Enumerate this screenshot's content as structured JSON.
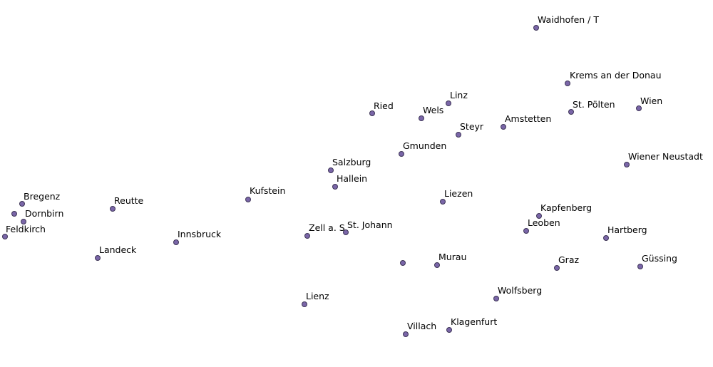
{
  "map": {
    "point_color": "#7a66a8",
    "places": [
      {
        "name": "Waidhofen / T"
      },
      {
        "name": "Krems an der Donau"
      },
      {
        "name": "Linz"
      },
      {
        "name": "Ried"
      },
      {
        "name": "Wels"
      },
      {
        "name": "St. Pölten"
      },
      {
        "name": "Wien"
      },
      {
        "name": "Steyr"
      },
      {
        "name": "Amstetten"
      },
      {
        "name": "Gmunden"
      },
      {
        "name": "Wiener Neustadt"
      },
      {
        "name": "Salzburg"
      },
      {
        "name": "Hallein"
      },
      {
        "name": "Liezen"
      },
      {
        "name": "Kufstein"
      },
      {
        "name": "Reutte"
      },
      {
        "name": "Bregenz"
      },
      {
        "name": "Dornbirn"
      },
      {
        "name": "Feldkirch"
      },
      {
        "name": "Kapfenberg"
      },
      {
        "name": "Leoben"
      },
      {
        "name": "Hartberg"
      },
      {
        "name": "Innsbruck"
      },
      {
        "name": "Zell a. S."
      },
      {
        "name": "St. Johann"
      },
      {
        "name": "Landeck"
      },
      {
        "name": "Murau"
      },
      {
        "name": "Graz"
      },
      {
        "name": "Güssing"
      },
      {
        "name": "Wolfsberg"
      },
      {
        "name": "Lienz"
      },
      {
        "name": "Klagenfurt"
      },
      {
        "name": "Villach"
      },
      {
        "name": ""
      },
      {
        "name": ""
      }
    ]
  }
}
